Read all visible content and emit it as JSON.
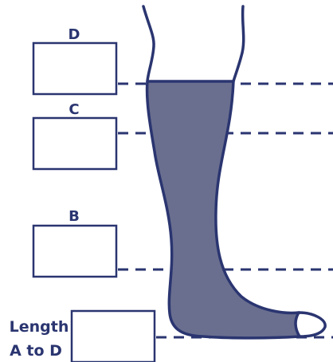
{
  "labels": {
    "d": "D",
    "c": "C",
    "b": "B",
    "length_line1": "Length",
    "length_line2": "A to D"
  },
  "colors": {
    "outline": "#2a3570",
    "stocking_fill": "#6a6f8f",
    "box_border": "#2a3570",
    "background": "#ffffff"
  }
}
